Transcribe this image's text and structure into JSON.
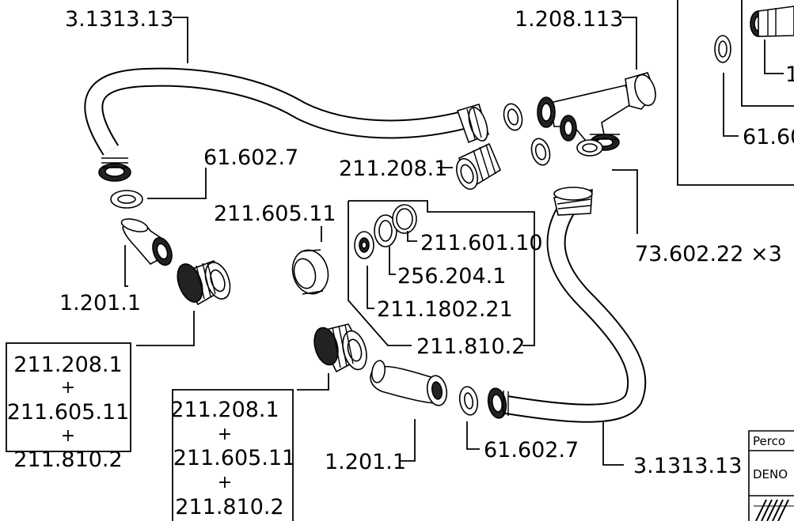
{
  "labels": {
    "hose_top": "3.1313.13",
    "hose_bottom": "3.1313.13",
    "y_fitting": "1.208.113",
    "seal_top_left": "61.602.7",
    "seal_bottom": "61.602.7",
    "nut_a": "211.208.1",
    "ring_a": "211.605.11",
    "elbow_left": "1.201.1",
    "elbow_bottom": "1.201.1",
    "seals_x3": "73.602.22 ×3",
    "inset_seal_a": "211.601.10",
    "inset_seal_b": "256.204.1",
    "inset_seal_c": "211.1802.21",
    "inset_group": "211.810.2",
    "corner_partial_a": "1",
    "corner_partial_b": "61.60"
  },
  "kits": [
    {
      "lines": [
        "211.208.1",
        "+",
        "211.605.11",
        "+",
        "211.810.2"
      ]
    },
    {
      "lines": [
        "211.208.1",
        "+",
        "211.605.11",
        "+",
        "211.810.2"
      ]
    }
  ],
  "legend": {
    "row1": "Perco",
    "row2": "DENO"
  }
}
